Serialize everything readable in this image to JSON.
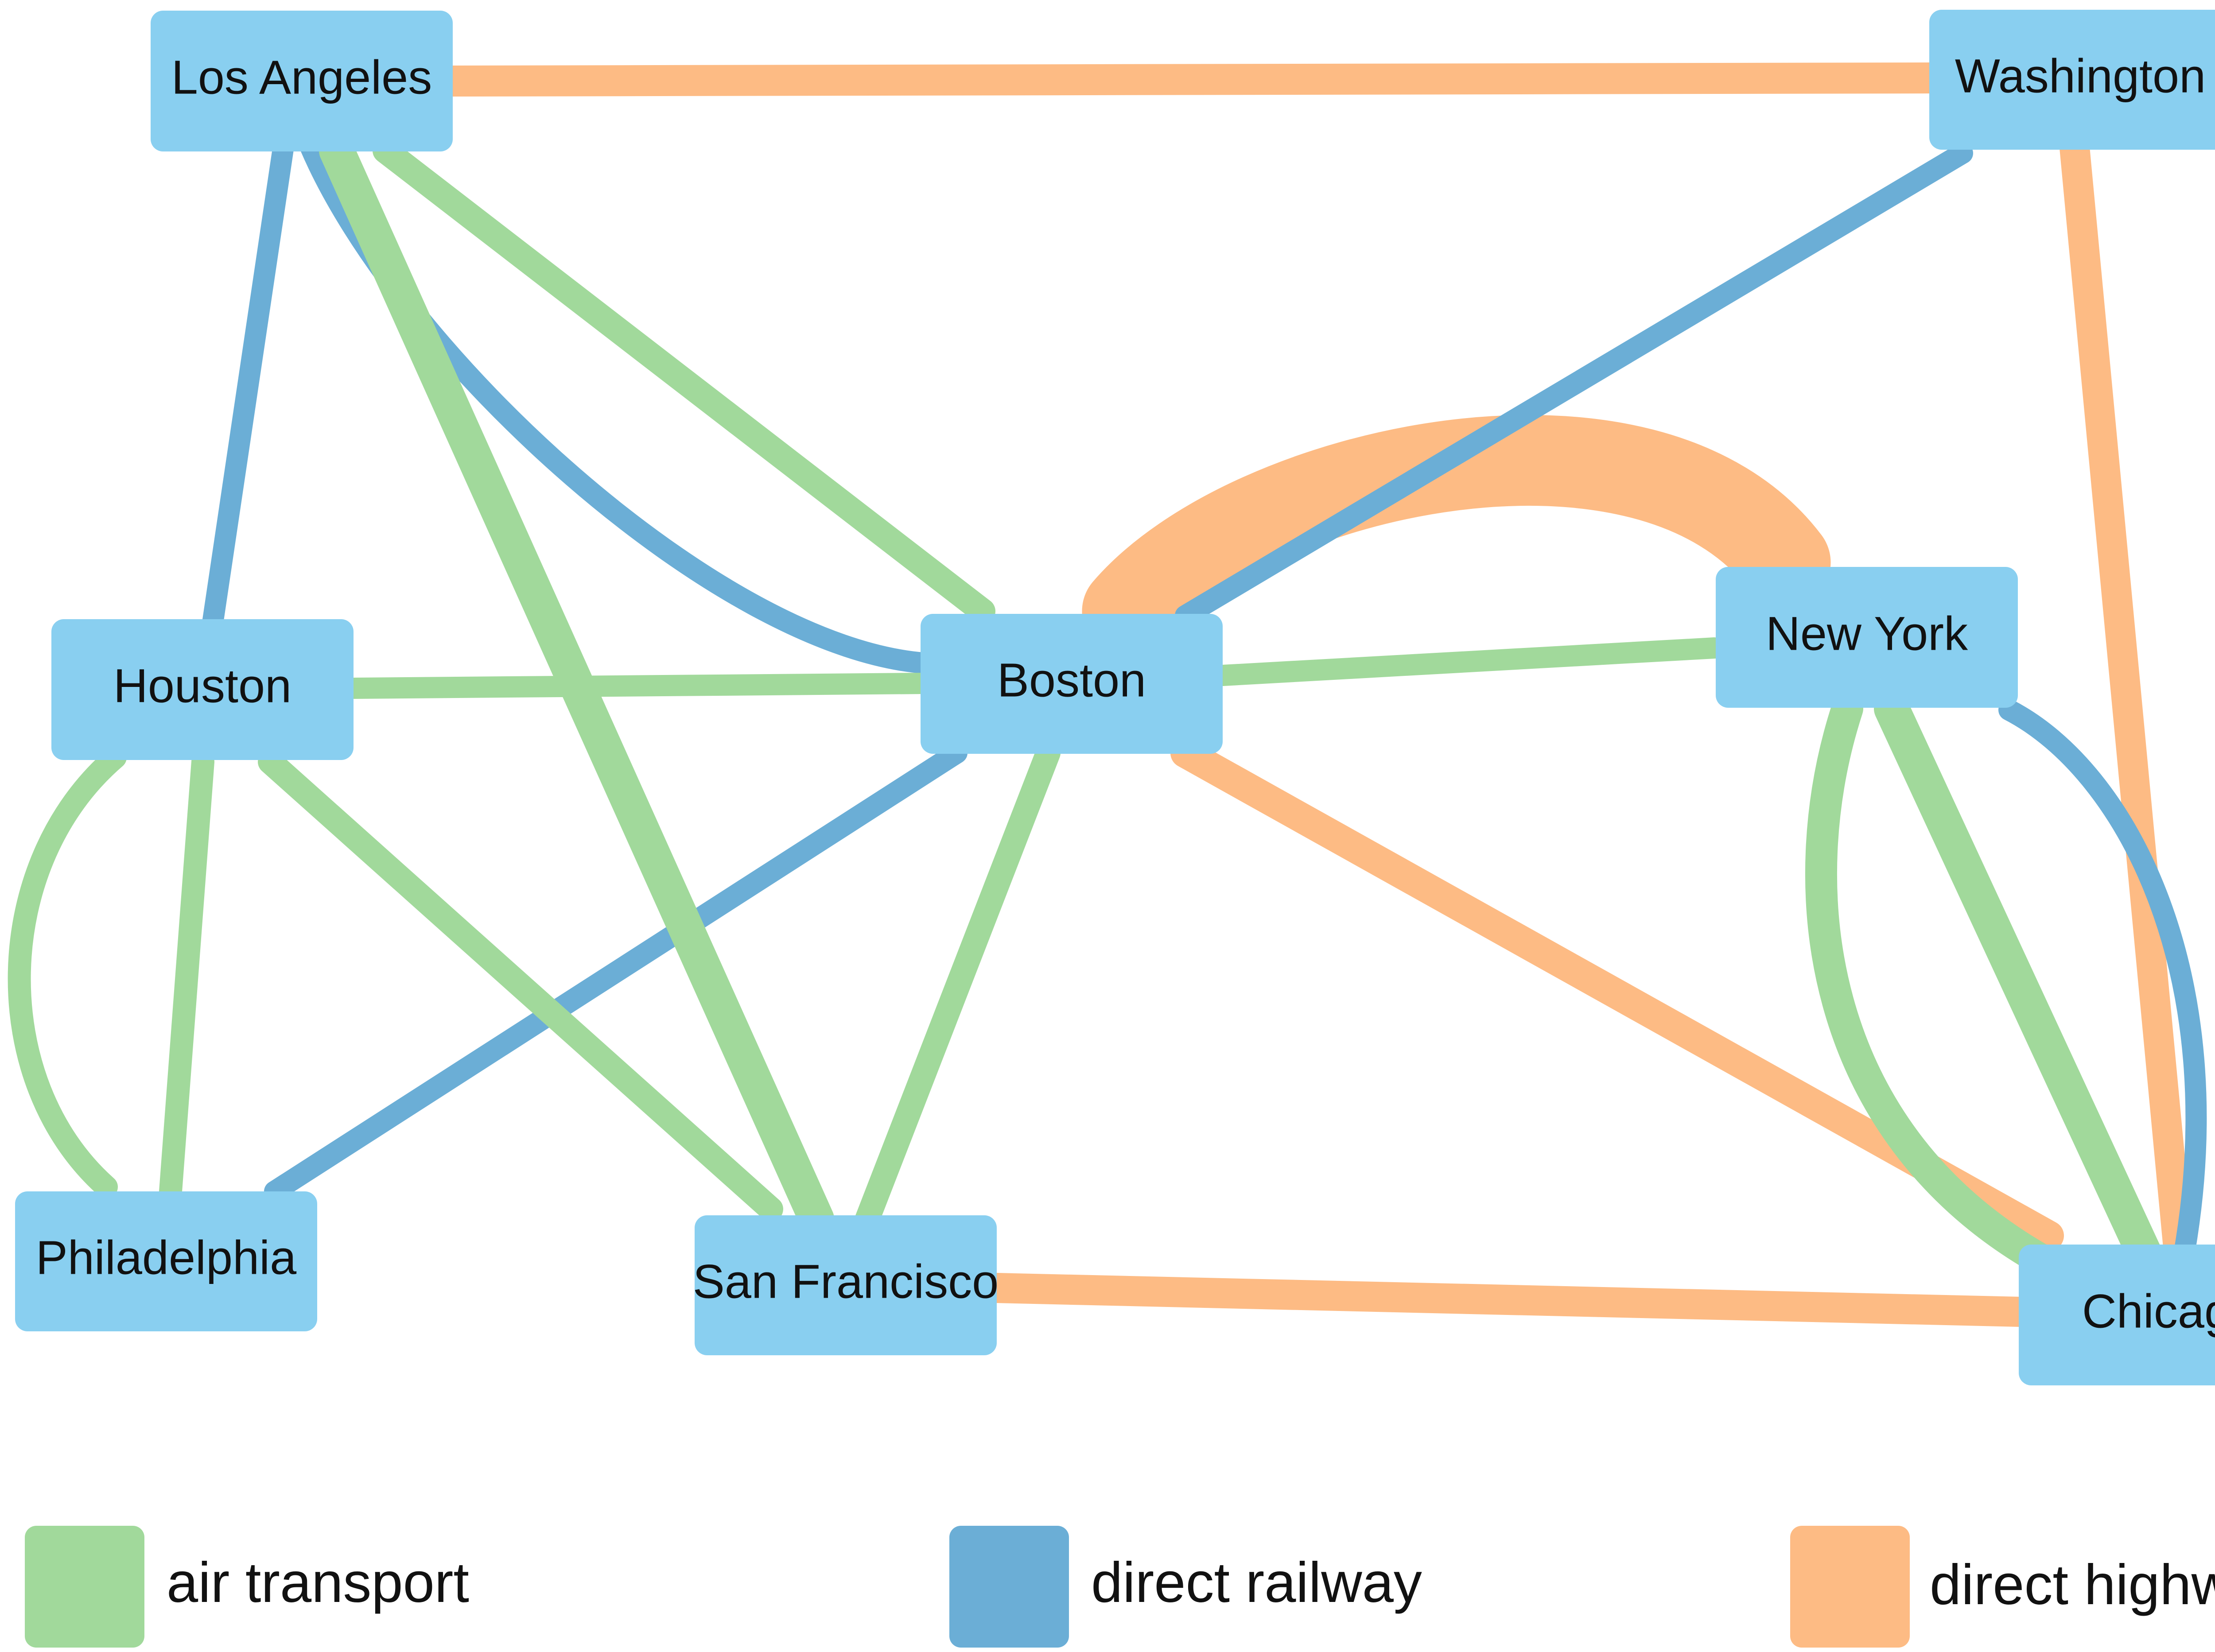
{
  "colors": {
    "node_fill": "#89CFF0",
    "air_transport": "#A1D99B",
    "direct_railway": "#6BAED6",
    "direct_highway": "#FDBB84",
    "text": "#111111",
    "background": "#FFFFFF"
  },
  "nodes": [
    {
      "id": "los_angeles",
      "label": "Los Angeles"
    },
    {
      "id": "washington",
      "label": "Washington"
    },
    {
      "id": "houston",
      "label": "Houston"
    },
    {
      "id": "boston",
      "label": "Boston"
    },
    {
      "id": "new_york",
      "label": "New York"
    },
    {
      "id": "philadelphia",
      "label": "Philadelphia"
    },
    {
      "id": "san_francisco",
      "label": "San Francisco"
    },
    {
      "id": "chicago",
      "label": "Chicago"
    }
  ],
  "edges": [
    {
      "id": "la-washington",
      "from": "los_angeles",
      "to": "washington",
      "type": "direct_highway",
      "weight": 3
    },
    {
      "id": "la-houston",
      "from": "los_angeles",
      "to": "houston",
      "type": "direct_railway",
      "weight": 2
    },
    {
      "id": "la-boston-rail",
      "from": "los_angeles",
      "to": "boston",
      "type": "direct_railway",
      "weight": 2
    },
    {
      "id": "la-boston-air",
      "from": "los_angeles",
      "to": "boston",
      "type": "air_transport",
      "weight": 3
    },
    {
      "id": "la-san-francisco",
      "from": "los_angeles",
      "to": "san_francisco",
      "type": "air_transport",
      "weight": 4
    },
    {
      "id": "washington-boston",
      "from": "washington",
      "to": "boston",
      "type": "direct_railway",
      "weight": 2
    },
    {
      "id": "washington-chicago",
      "from": "washington",
      "to": "chicago",
      "type": "direct_highway",
      "weight": 3
    },
    {
      "id": "boston-new-york-highway",
      "from": "boston",
      "to": "new_york",
      "type": "direct_highway",
      "weight": 8
    },
    {
      "id": "boston-new-york-air",
      "from": "boston",
      "to": "new_york",
      "type": "air_transport",
      "weight": 2
    },
    {
      "id": "houston-boston",
      "from": "houston",
      "to": "boston",
      "type": "air_transport",
      "weight": 2
    },
    {
      "id": "houston-philadelphia-curve",
      "from": "houston",
      "to": "philadelphia",
      "type": "air_transport",
      "weight": 2
    },
    {
      "id": "houston-philadelphia",
      "from": "houston",
      "to": "philadelphia",
      "type": "air_transport",
      "weight": 2
    },
    {
      "id": "houston-san-francisco",
      "from": "houston",
      "to": "san_francisco",
      "type": "air_transport",
      "weight": 3
    },
    {
      "id": "boston-philadelphia",
      "from": "boston",
      "to": "philadelphia",
      "type": "direct_railway",
      "weight": 2
    },
    {
      "id": "boston-san-francisco",
      "from": "boston",
      "to": "san_francisco",
      "type": "air_transport",
      "weight": 3
    },
    {
      "id": "boston-chicago",
      "from": "boston",
      "to": "chicago",
      "type": "direct_highway",
      "weight": 3
    },
    {
      "id": "new-york-chicago-air-curve",
      "from": "new_york",
      "to": "chicago",
      "type": "air_transport",
      "weight": 4
    },
    {
      "id": "new-york-chicago-air",
      "from": "new_york",
      "to": "chicago",
      "type": "air_transport",
      "weight": 4
    },
    {
      "id": "new-york-chicago-rail",
      "from": "new_york",
      "to": "chicago",
      "type": "direct_railway",
      "weight": 2
    },
    {
      "id": "san-francisco-chicago",
      "from": "san_francisco",
      "to": "chicago",
      "type": "direct_highway",
      "weight": 3
    }
  ],
  "legend": [
    {
      "type": "air_transport",
      "label": "air transport",
      "color": "#A1D99B"
    },
    {
      "type": "direct_railway",
      "label": "direct railway",
      "color": "#6BAED6"
    },
    {
      "type": "direct_highway",
      "label": "direct highway",
      "color": "#FDBB84"
    }
  ]
}
